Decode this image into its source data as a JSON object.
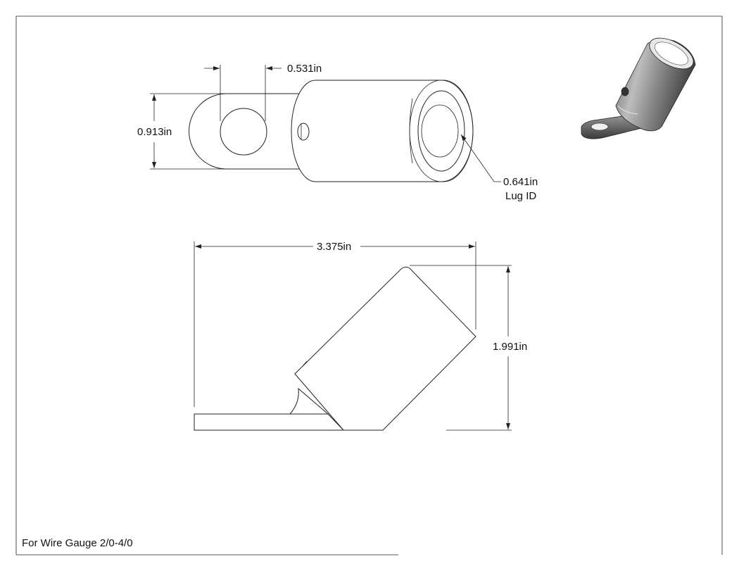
{
  "sheet": {
    "note": "For Wire Gauge 2/0-4/0"
  },
  "top_view": {
    "hole_dim_label": "0.531in",
    "tongue_width_label": "0.913in",
    "lug_id_value": "0.641in",
    "lug_id_caption": "Lug ID"
  },
  "side_view": {
    "overall_length_label": "3.375in",
    "overall_height_label": "1.991in"
  },
  "iso_view": {
    "icon": "lug-3d-render"
  }
}
